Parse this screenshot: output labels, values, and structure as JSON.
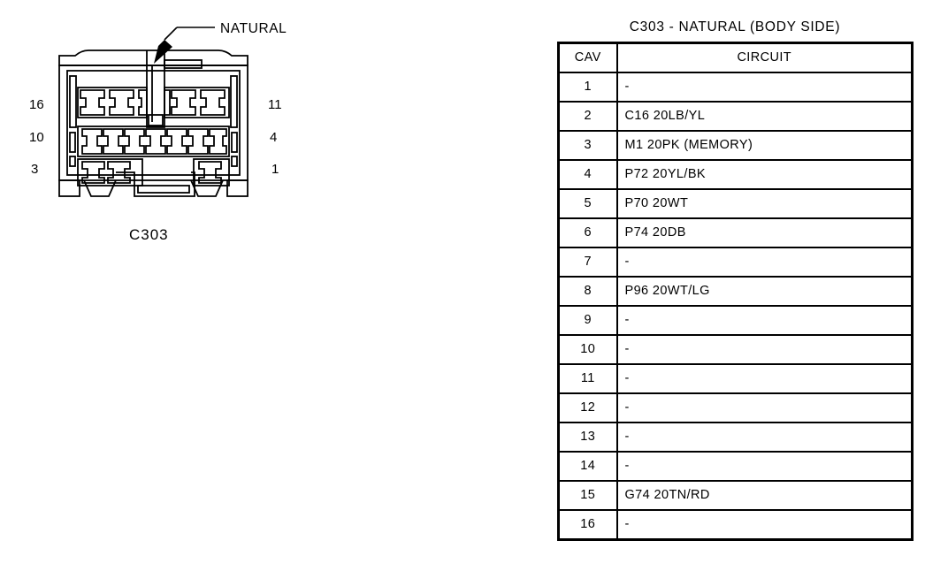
{
  "diagram": {
    "callout_label": "NATURAL",
    "connector_caption": "C303",
    "pin_labels": {
      "top_left": "16",
      "middle_left": "10",
      "bottom_left": "3",
      "top_right": "11",
      "middle_right": "4",
      "bottom_right": "1"
    },
    "cavity_rows": {
      "top_left_count": 3,
      "top_right_count": 3,
      "middle_count": 7,
      "bottom_left_count": 2,
      "bottom_right_count": 1
    }
  },
  "table": {
    "title": "C303 - NATURAL (BODY SIDE)",
    "columns": [
      "CAV",
      "CIRCUIT"
    ],
    "rows": [
      {
        "cav": "1",
        "circuit": "-"
      },
      {
        "cav": "2",
        "circuit": "C16 20LB/YL"
      },
      {
        "cav": "3",
        "circuit": "M1 20PK (MEMORY)"
      },
      {
        "cav": "4",
        "circuit": "P72 20YL/BK"
      },
      {
        "cav": "5",
        "circuit": "P70 20WT"
      },
      {
        "cav": "6",
        "circuit": "P74 20DB"
      },
      {
        "cav": "7",
        "circuit": "-"
      },
      {
        "cav": "8",
        "circuit": "P96 20WT/LG"
      },
      {
        "cav": "9",
        "circuit": "-"
      },
      {
        "cav": "10",
        "circuit": "-"
      },
      {
        "cav": "11",
        "circuit": "-"
      },
      {
        "cav": "12",
        "circuit": "-"
      },
      {
        "cav": "13",
        "circuit": "-"
      },
      {
        "cav": "14",
        "circuit": "-"
      },
      {
        "cav": "15",
        "circuit": "G74 20TN/RD"
      },
      {
        "cav": "16",
        "circuit": "-"
      }
    ]
  },
  "colors": {
    "ink": "#000000",
    "paper": "#ffffff"
  }
}
